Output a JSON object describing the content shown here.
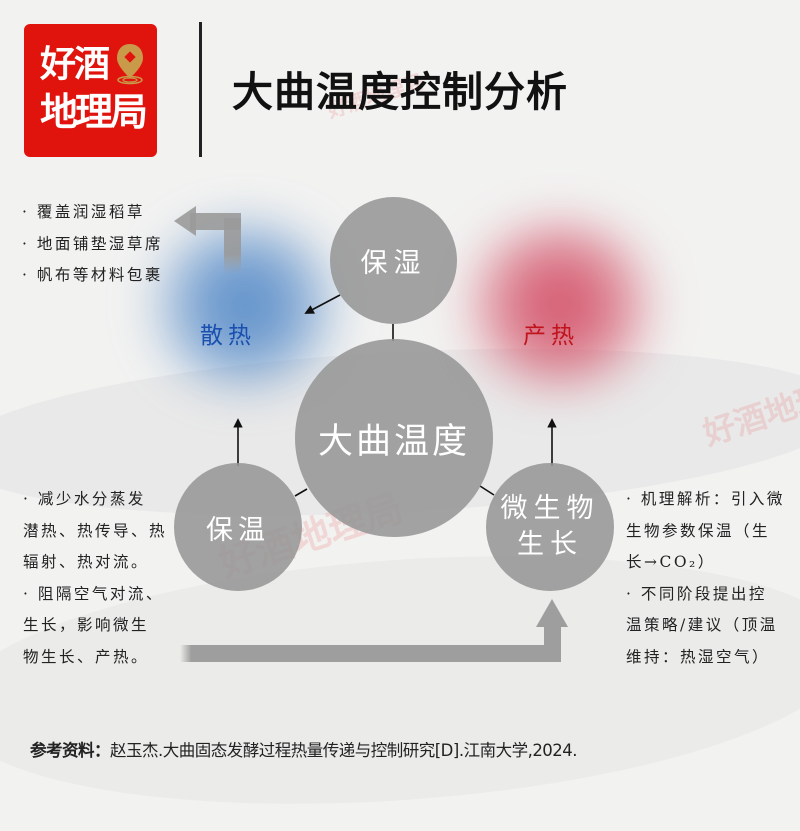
{
  "header": {
    "logo": {
      "line1": "好酒",
      "line2": "地理局",
      "brand_color": "#e1140d",
      "pin_color": "#c89a4a"
    },
    "title": "大曲温度控制分析"
  },
  "diagram": {
    "center_node": "大曲温度",
    "nodes": {
      "top": "保湿",
      "bottom_left": "保温",
      "bottom_right_line1": "微生物",
      "bottom_right_line2": "生长"
    },
    "labels": {
      "heat_dissipation": {
        "text": "散热",
        "color": "#1a4fb0"
      },
      "heat_production": {
        "text": "产热",
        "color": "#c0131c"
      }
    },
    "colors": {
      "node_fill": "#969696",
      "blue_glow": "#4f86c6",
      "red_glow": "#d24a62"
    }
  },
  "notes": {
    "moisture": [
      "· 覆盖润湿稻草",
      "· 地面铺垫湿草席",
      "· 帆布等材料包裹"
    ],
    "insulation": [
      "· 减少水分蒸发",
      "潜热、热传导、热",
      "辐射、热对流。",
      "· 阻隔空气对流、",
      "生长，影响微生",
      "物生长、产热。"
    ],
    "microbe": [
      "· 机理解析：引入微",
      "生物参数保温（生",
      "长→CO₂）",
      "· 不同阶段提出控",
      "温策略/建议（顶温",
      "维持：热湿空气）"
    ]
  },
  "reference": {
    "label": "参考资料：",
    "text": "赵玉杰.大曲固态发酵过程热量传递与控制研究[D].江南大学,2024."
  },
  "watermark": "好酒地理局"
}
